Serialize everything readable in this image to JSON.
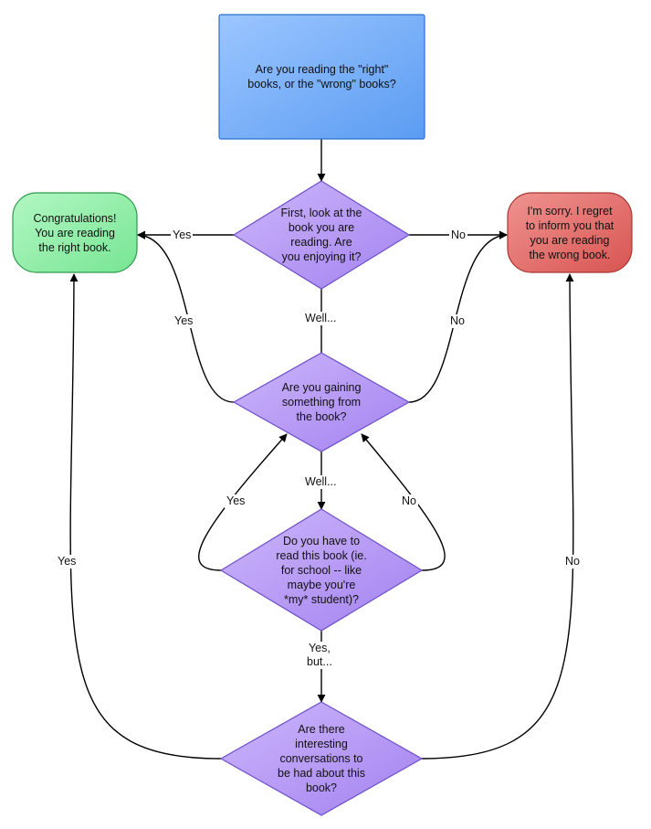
{
  "nodes": {
    "start": "Are you reading the \"right\"\nbooks, or the \"wrong\" books?",
    "q_enjoying": "First, look at the\nbook you are\nreading.  Are\nyou enjoying it?",
    "q_gaining": "Are you gaining\nsomething from\nthe book?",
    "q_have_to": "Do you have to\nread this book (ie.\nfor school -- like\nmaybe you're\n*my* student)?",
    "q_conversations": "Are there\ninteresting\nconversations to\nbe had about this\nbook?",
    "right_book": "Congratulations!\nYou are reading\nthe right book.",
    "wrong_book": "I'm sorry.  I regret\nto inform you that\nyou are reading\nthe wrong book."
  },
  "edges": {
    "enjoying_yes": "Yes",
    "enjoying_no": "No",
    "enjoying_well": "Well...",
    "gaining_yes": "Yes",
    "gaining_no": "No",
    "gaining_well": "Well...",
    "have_to_yes": "Yes",
    "have_to_no": "No",
    "have_to_yes_but": "Yes,\nbut...",
    "conversations_yes": "Yes",
    "conversations_no": "No"
  },
  "colors": {
    "start_fill": "#6aa8f8",
    "decision_fill": "#b595f5",
    "right_fill": "#8ff0a8",
    "wrong_fill": "#e06a68",
    "line": "#000000"
  }
}
